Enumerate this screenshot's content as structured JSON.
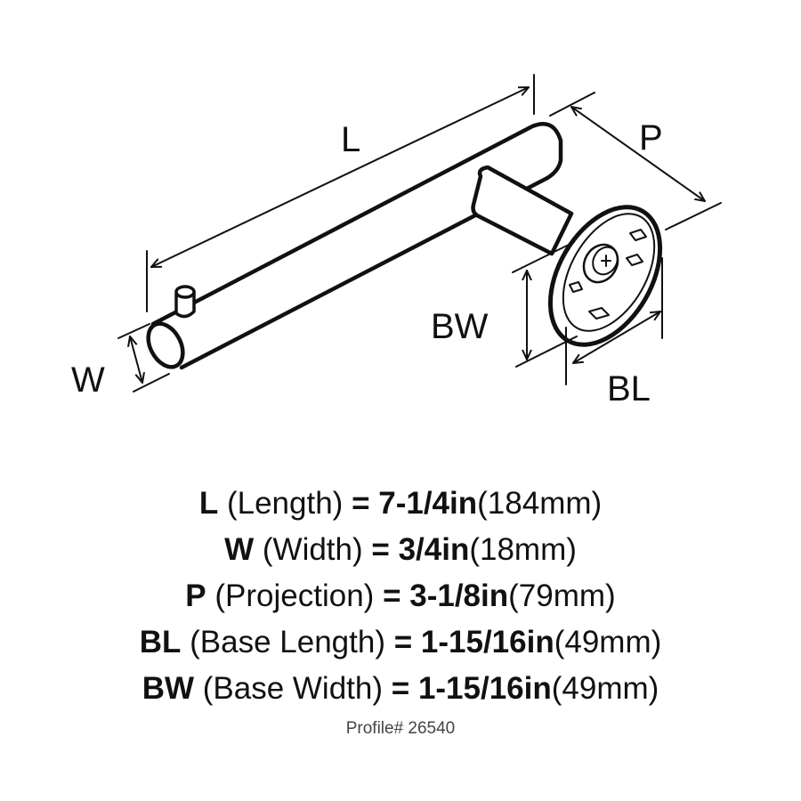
{
  "diagram": {
    "labels": {
      "L": "L",
      "P": "P",
      "W": "W",
      "BW": "BW",
      "BL": "BL"
    }
  },
  "specs": [
    {
      "code": "L",
      "name": "(Length)",
      "eq": "=",
      "inches": "7-1/4in",
      "mm": "(184mm)"
    },
    {
      "code": "W",
      "name": "(Width)",
      "eq": "=",
      "inches": "3/4in",
      "mm": "(18mm)"
    },
    {
      "code": "P",
      "name": "(Projection)",
      "eq": "=",
      "inches": "3-1/8in",
      "mm": "(79mm)"
    },
    {
      "code": "BL",
      "name": "(Base Length)",
      "eq": "=",
      "inches": "1-15/16in",
      "mm": "(49mm)"
    },
    {
      "code": "BW",
      "name": "(Base Width)",
      "eq": "=",
      "inches": "1-15/16in",
      "mm": "(49mm)"
    }
  ],
  "profile": "Profile# 26540"
}
